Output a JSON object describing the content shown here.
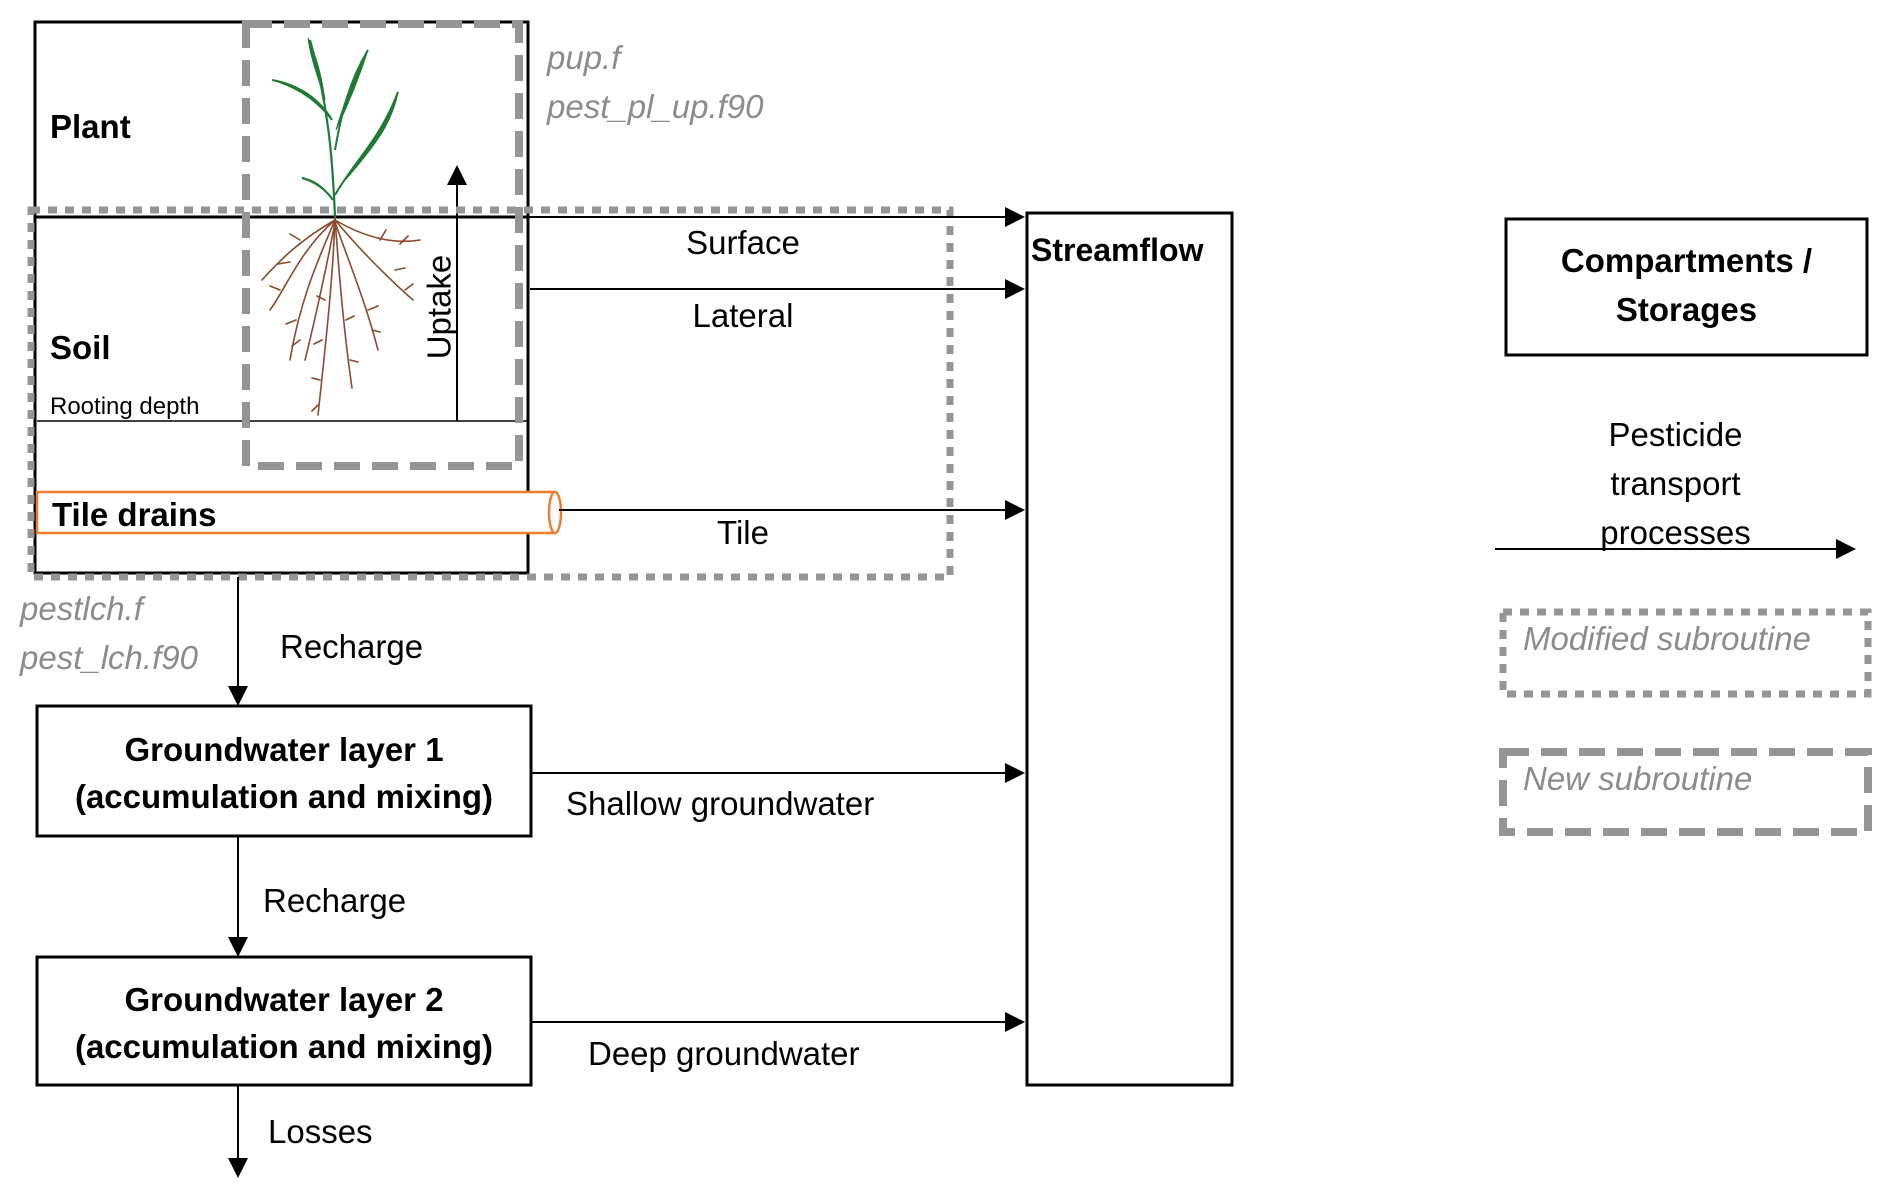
{
  "compartments": {
    "plant": "Plant",
    "soil": "Soil",
    "rooting_depth": "Rooting depth",
    "tile_drains": "Tile drains",
    "streamflow": "Streamflow",
    "gw1": {
      "line1": "Groundwater layer 1",
      "line2": "(accumulation and mixing)"
    },
    "gw2": {
      "line1": "Groundwater layer 2",
      "line2": "(accumulation and mixing)"
    }
  },
  "processes": {
    "uptake": "Uptake",
    "surface": "Surface",
    "lateral": "Lateral",
    "tile": "Tile",
    "recharge1": "Recharge",
    "recharge2": "Recharge",
    "shallow": "Shallow groundwater",
    "deep": "Deep groundwater",
    "losses": "Losses"
  },
  "subroutines": {
    "plant_uptake": [
      "pup.f",
      "pest_pl_up.f90"
    ],
    "leaching": [
      "pestlch.f",
      "pest_lch.f90"
    ]
  },
  "legend": {
    "compartments": {
      "line1": "Compartments /",
      "line2": "Storages"
    },
    "processes": {
      "line1": "Pesticide",
      "line2": "transport",
      "line3": "processes"
    },
    "modified": "Modified subroutine",
    "new": "New subroutine"
  },
  "colors": {
    "line": "#000000",
    "subroutine_grey": "#959595",
    "subroutine_text": "#8c8c8c",
    "tile_orange": "#ed7d31",
    "plant_green": "#1e7b34",
    "root_brown": "#8b4a2b"
  }
}
